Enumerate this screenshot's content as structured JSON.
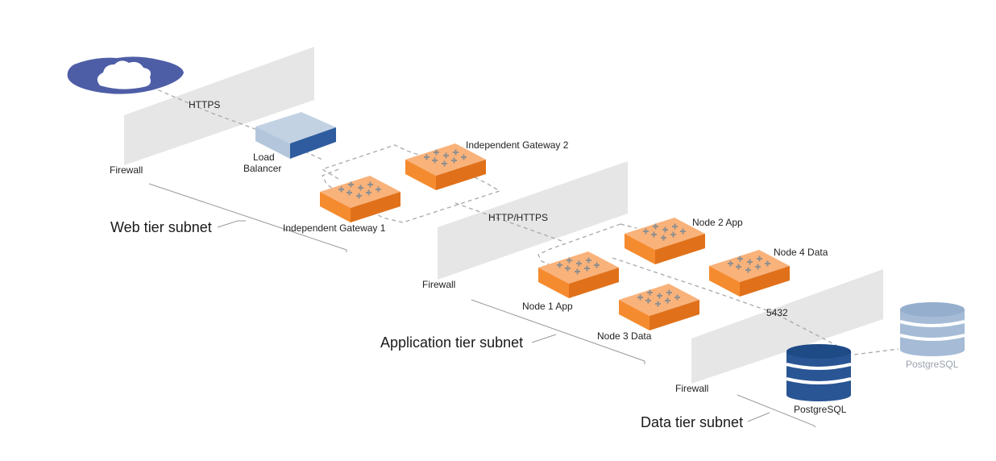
{
  "colors": {
    "cloud": "#4e5ea6",
    "cloud_highlight": "#ffffff",
    "load_balancer_top": "#c3d2e3",
    "load_balancer_side": "#2e5c9e",
    "server_top": "#f9b27a",
    "server_front": "#f58b2f",
    "server_side": "#e0711a",
    "server_logo": "#8f8f8f",
    "firewall": "#e6e6e6",
    "db_primary": "#2a5594",
    "db_standby": "#a5bbd6",
    "connector": "#a9a9a9"
  },
  "icons": {
    "internet": "cloud-icon",
    "load_balancer": "load-balancer-icon",
    "server": "tableau-server-icon",
    "database": "database-icon",
    "firewall": "firewall-icon"
  },
  "labels": {
    "https": "HTTPS",
    "http_https": "HTTP/HTTPS",
    "port": "5432",
    "load_balancer_line1": "Load",
    "load_balancer_line2": "Balancer",
    "firewall_web": "Firewall",
    "firewall_app": "Firewall",
    "firewall_data": "Firewall",
    "gateway_1": "Independent Gateway 1",
    "gateway_2": "Independent Gateway 2",
    "node_1": "Node 1 App",
    "node_2": "Node 2 App",
    "node_3": "Node 3 Data",
    "node_4": "Node 4 Data",
    "postgres_primary": "PostgreSQL",
    "postgres_standby": "PostgreSQL"
  },
  "tiers": {
    "web": "Web tier subnet",
    "application": "Application tier subnet",
    "data": "Data tier subnet"
  }
}
